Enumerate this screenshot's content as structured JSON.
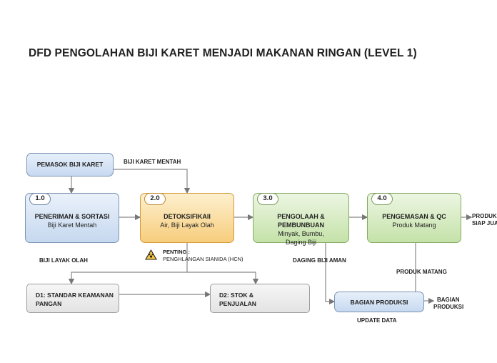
{
  "title": "DFD PENGOLAHAN BIJI KARET MENJADI MAKANAN RINGAN (LEVEL 1)",
  "external": {
    "supplier": "PEMASOK BIJI KARET",
    "production_dept": "BAGIAN PRODUKSI"
  },
  "processes": [
    {
      "num": "1.0",
      "name": "PENERIMAN & SORTASI",
      "desc": [
        "Biji Karet Mentah"
      ]
    },
    {
      "num": "2.0",
      "name": "DETOKSIFIKAII",
      "desc": [
        "Air, Biji Layak Olah"
      ]
    },
    {
      "num": "3.0",
      "name": "PENGOLAAH & PEMBUNBUAN",
      "desc": [
        "Minyak, Bumbu,",
        "Daging Biji"
      ]
    },
    {
      "num": "4.0",
      "name": "PENGEMASAN & QC",
      "desc": [
        "Produk Matang"
      ]
    }
  ],
  "stores": [
    {
      "id": "D1",
      "line1": "D1: STANDAR KEAMANAN",
      "line2": "PANGAN"
    },
    {
      "id": "D2",
      "line1": "D2: STOK &",
      "line2": "PENJUALAN"
    }
  ],
  "flows": {
    "raw": "BIJI KARET MENTAH",
    "eligible": "BIJI LAYAK OLAH",
    "safe_kernel": "DAGING BIJI AMAN",
    "cooked": "PRODUK MATANG",
    "update": "UPDATE DATA",
    "ready_1": "PRODUK",
    "ready_2": "SIAP JUA",
    "dept_1": "BAGIAN",
    "dept_2": "PRODUKSI"
  },
  "warning": {
    "line1": "PENTING :",
    "line2": "PENGHLANGAN SIANIDA (HCN)"
  },
  "colors": {
    "blue": "#c6d8ef",
    "orange": "#f7cd7c",
    "green": "#c5e2a9",
    "grey": "#e3e3e3",
    "line": "#777777"
  }
}
